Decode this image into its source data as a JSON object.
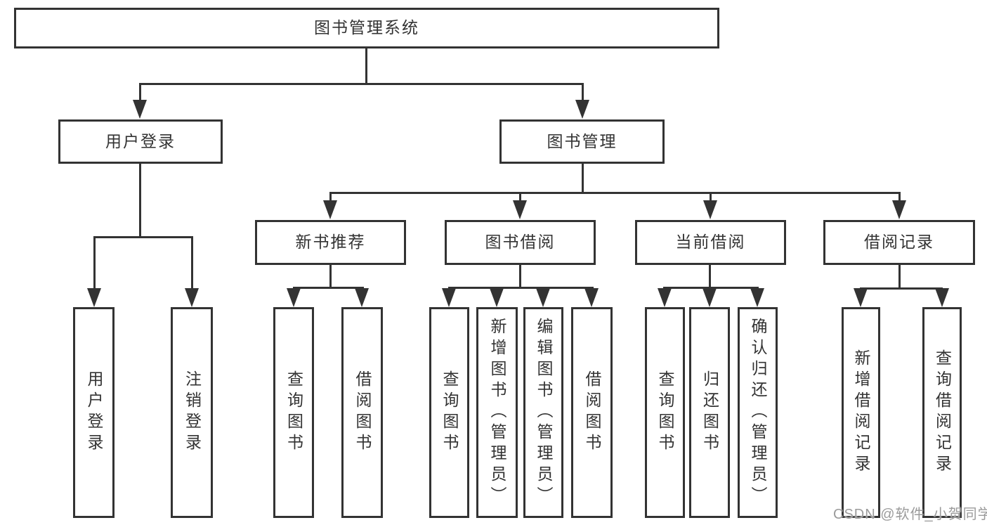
{
  "diagram": {
    "root": {
      "label": "图书管理系统"
    },
    "level2": [
      {
        "label": "用户登录"
      },
      {
        "label": "图书管理"
      }
    ],
    "level3": [
      {
        "label": "新书推荐"
      },
      {
        "label": "图书借阅"
      },
      {
        "label": "当前借阅"
      },
      {
        "label": "借阅记录"
      }
    ],
    "leaves": {
      "user_login": [
        {
          "label": "用户登录"
        },
        {
          "label": "注销登录"
        }
      ],
      "new_book_recommend": [
        {
          "label": "查询图书"
        },
        {
          "label": "借阅图书"
        }
      ],
      "book_borrowing": [
        {
          "label": "查询图书"
        },
        {
          "label": "新增图书（管理员）"
        },
        {
          "label": "编辑图书（管理员）"
        },
        {
          "label": "借阅图书"
        }
      ],
      "current_borrowing": [
        {
          "label": "查询图书"
        },
        {
          "label": "归还图书"
        },
        {
          "label": "确认归还（管理员）"
        }
      ],
      "borrowing_records": [
        {
          "label": "新增借阅记录"
        },
        {
          "label": "查询借阅记录"
        }
      ]
    },
    "watermark": {
      "text": "CSDN @软件_小贺同学",
      "color": "#9b9b9b"
    },
    "colors": {
      "line": "#333333",
      "text": "#333333",
      "box_fill": "#ffffff",
      "background": "#ffffff"
    }
  }
}
